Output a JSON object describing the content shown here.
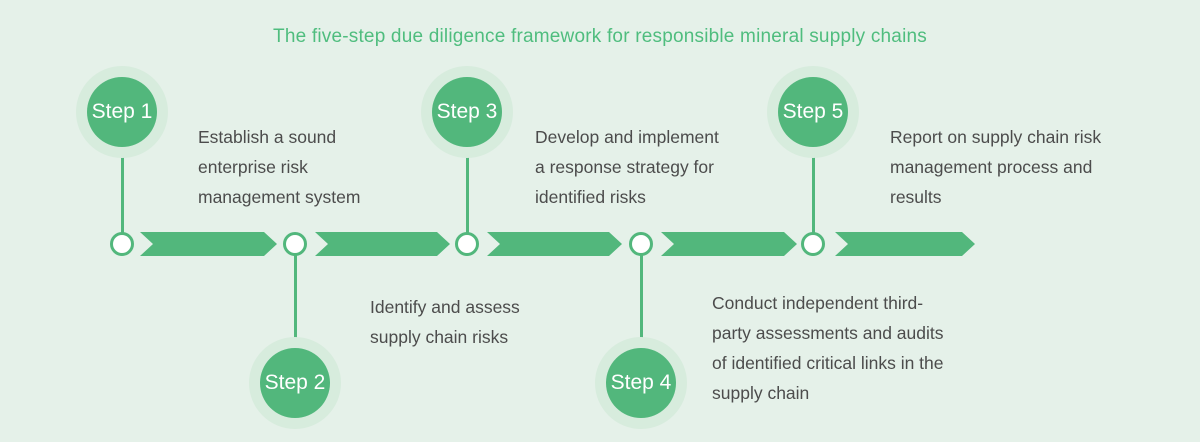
{
  "title": "The five-step due diligence framework for responsible mineral supply chains",
  "colors": {
    "background": "#e5f1e9",
    "primary_green": "#52b77c",
    "halo_green": "#d7ecdd",
    "title_green": "#4fbd7e",
    "body_text": "#4c4c4c",
    "node_fill": "#ffffff"
  },
  "steps": [
    {
      "label": "Step 1",
      "position": "above",
      "description": "Establish a sound\nenterprise risk\nmanagement system"
    },
    {
      "label": "Step 2",
      "position": "below",
      "description": "Identify and assess\nsupply chain risks"
    },
    {
      "label": "Step 3",
      "position": "above",
      "description": "Develop and implement\na response strategy for\nidentified risks"
    },
    {
      "label": "Step 4",
      "position": "below",
      "description": "Conduct independent third-\nparty assessments and audits\nof identified critical links in the\nsupply chain"
    },
    {
      "label": "Step 5",
      "position": "above",
      "description": "Report on supply chain risk\nmanagement process and\nresults"
    }
  ]
}
